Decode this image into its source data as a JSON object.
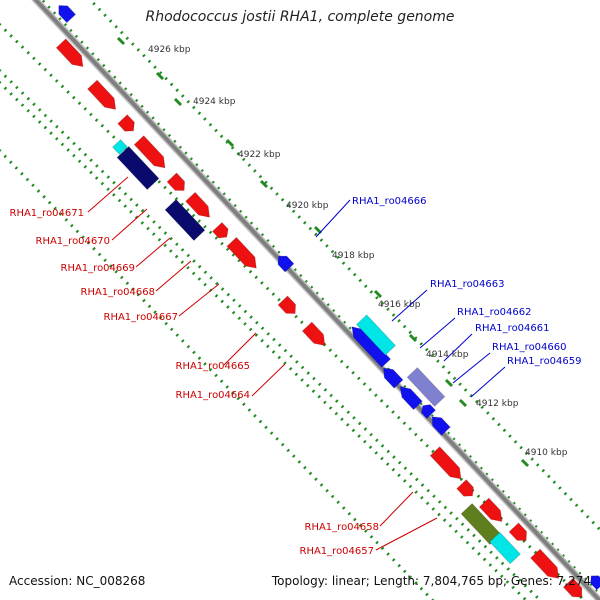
{
  "title": "Rhodococcus jostii RHA1, complete genome",
  "footer": {
    "accession": "Accession: NC_008268",
    "summary": "Topology: linear; Length: 7,804,765 bp; Genes: 7,274"
  },
  "colors": {
    "backbone": "#808080",
    "dots": "#228b22",
    "forward_label": "#cc0000",
    "reverse_label": "#0000cc"
  },
  "tick_labels": [
    "4926 kbp",
    "4924 kbp",
    "4922 kbp",
    "4920 kbp",
    "4918 kbp",
    "4916 kbp",
    "4914 kbp",
    "4912 kbp",
    "4910 kbp"
  ],
  "gene_labels": [
    {
      "text": "RHA1_ro04671",
      "strand": "forward"
    },
    {
      "text": "RHA1_ro04670",
      "strand": "forward"
    },
    {
      "text": "RHA1_ro04669",
      "strand": "forward"
    },
    {
      "text": "RHA1_ro04668",
      "strand": "forward"
    },
    {
      "text": "RHA1_ro04667",
      "strand": "forward"
    },
    {
      "text": "RHA1_ro04665",
      "strand": "forward"
    },
    {
      "text": "RHA1_ro04664",
      "strand": "forward"
    },
    {
      "text": "RHA1_ro04658",
      "strand": "forward"
    },
    {
      "text": "RHA1_ro04657",
      "strand": "forward"
    },
    {
      "text": "RHA1_ro04666",
      "strand": "reverse"
    },
    {
      "text": "RHA1_ro04663",
      "strand": "reverse"
    },
    {
      "text": "RHA1_ro04662",
      "strand": "reverse"
    },
    {
      "text": "RHA1_ro04661",
      "strand": "reverse"
    },
    {
      "text": "RHA1_ro04660",
      "strand": "reverse"
    },
    {
      "text": "RHA1_ro04659",
      "strand": "reverse"
    }
  ]
}
